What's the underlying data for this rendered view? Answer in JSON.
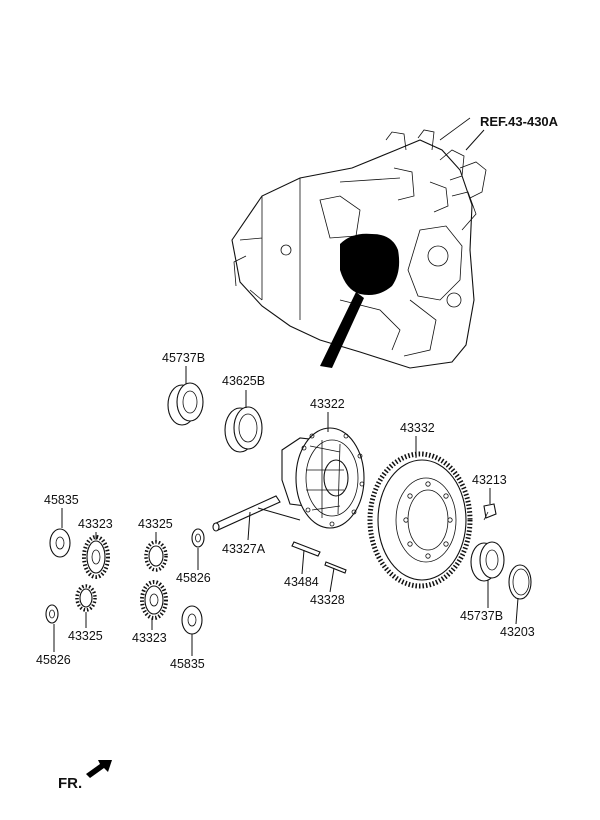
{
  "ref_label": "REF.43-430A",
  "fr_label": "FR.",
  "parts": {
    "p45737B_top": "45737B",
    "p43625B": "43625B",
    "p43322": "43322",
    "p43332": "43332",
    "p43213": "43213",
    "p45835_left": "45835",
    "p43323_left": "43323",
    "p43325_mid": "43325",
    "p43327A": "43327A",
    "p45826_mid": "45826",
    "p43484": "43484",
    "p43328": "43328",
    "p45737B_bottom": "45737B",
    "p43203": "43203",
    "p43325_left": "43325",
    "p43323_mid": "43323",
    "p45826_left": "45826",
    "p45835_mid": "45835"
  }
}
